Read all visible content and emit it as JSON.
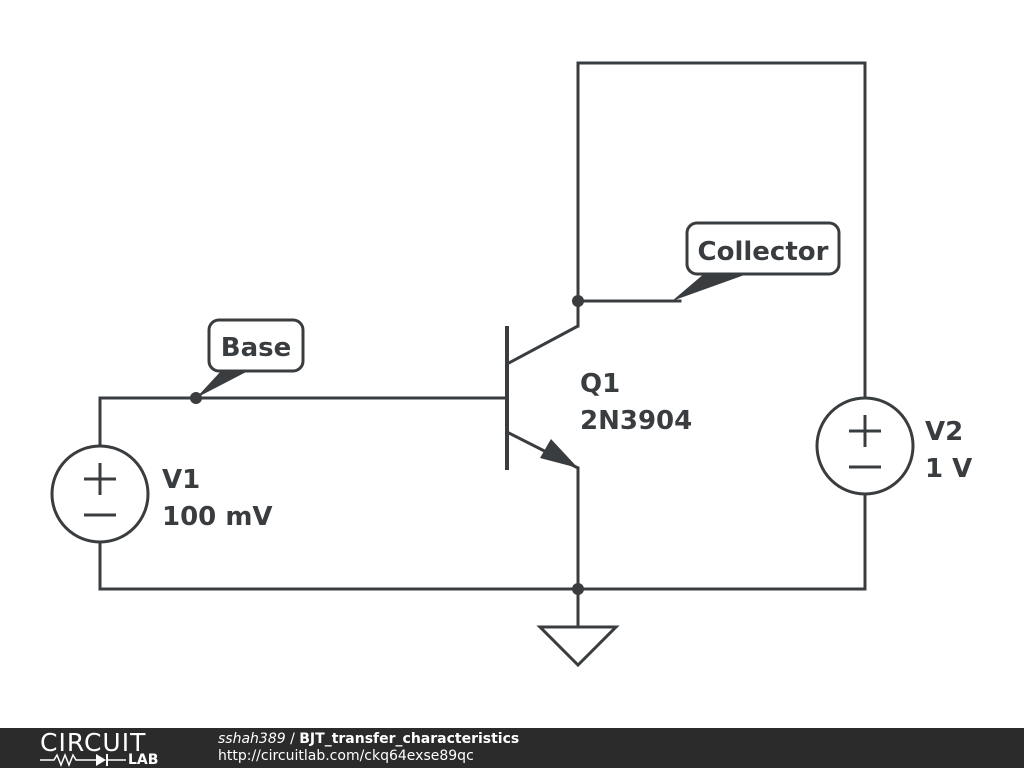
{
  "labels": {
    "base_tag": "Base",
    "collector_tag": "Collector",
    "q1_name": "Q1",
    "q1_part": "2N3904",
    "v1_name": "V1",
    "v1_value": "100 mV",
    "v2_name": "V2",
    "v2_value": "1 V",
    "plus": "+",
    "minus": "−"
  },
  "footer": {
    "logo_top": "CIRCUIT",
    "logo_bottom": "LAB",
    "user": "sshah389",
    "separator": " / ",
    "title": "BJT_transfer_characteristics",
    "url": "http://circuitlab.com/ckq64exse89qc"
  },
  "colors": {
    "ink": "#3a3d40",
    "footer_bg": "#2b2b2b",
    "footer_text": "#ffffff"
  },
  "icons": {
    "ground": "ground-symbol",
    "source": "dc-voltage-source",
    "transistor": "npn-bjt"
  }
}
